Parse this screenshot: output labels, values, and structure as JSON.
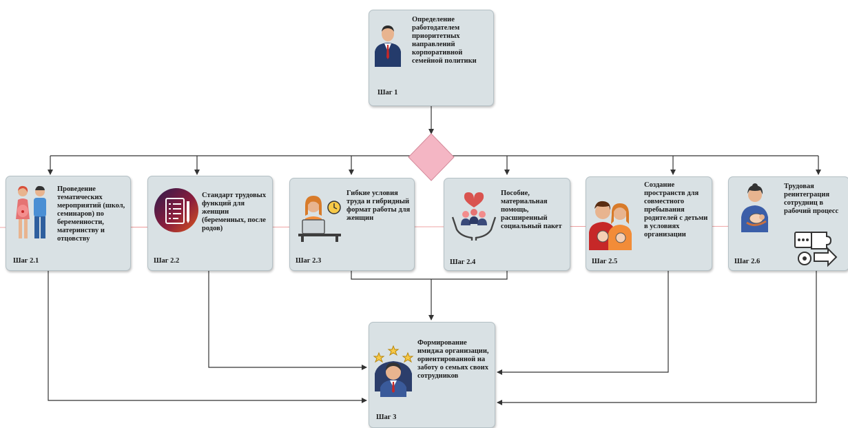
{
  "step1": {
    "label": "Шаг 1",
    "text": "Определение работодателем приоритетных направлений корпоративной семейной политики",
    "icon": "businessman-icon"
  },
  "steps": [
    {
      "label": "Шаг 2.1",
      "text": "Проведение тематических мероприятий (школ, семинаров) по беременности, материнству и отцовству",
      "icon": "family-icon"
    },
    {
      "label": "Шаг 2.2",
      "text": "Стандарт трудовых функций для женщин (беременных, после родов)",
      "icon": "checklist-icon"
    },
    {
      "label": "Шаг 2.3",
      "text": "Гибкие условия труда и гибридный формат работы для женщин",
      "icon": "remote-work-icon"
    },
    {
      "label": "Шаг 2.4",
      "text": "Пособие, материальная помощь, расширенный социальный пакет",
      "icon": "care-hands-icon"
    },
    {
      "label": "Шаг 2.5",
      "text": "Создание пространств для совместного пребывания родителей с детьми в условиях организации",
      "icon": "parents-children-icon"
    },
    {
      "label": "Шаг 2.6",
      "text": "Трудовая реинтеграция сотрудниц в рабочий процесс",
      "icon": "mother-baby-icon"
    }
  ],
  "step3": {
    "label": "Шаг 3",
    "text": "Формирование имиджа организации, ориентированной на заботу о семьях своих сотрудников",
    "icon": "rated-employee-icon"
  },
  "decision": {
    "icon": "decision-diamond",
    "color": "#f4b6c4"
  },
  "colors": {
    "box_fill": "#d9e1e4",
    "connector": "#333333",
    "red_line": "#e05555"
  }
}
